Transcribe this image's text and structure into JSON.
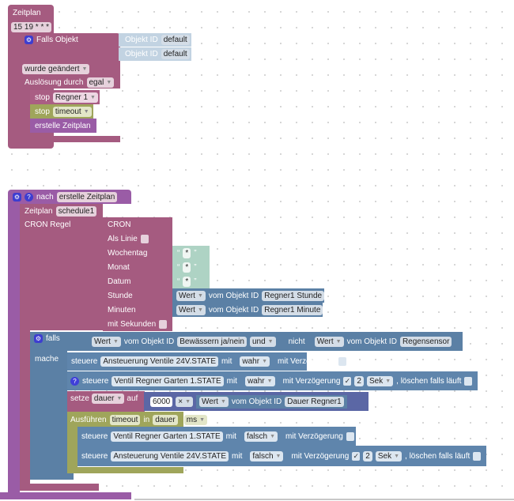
{
  "block1": {
    "title": "Zeitplan",
    "cron": "15 19 * * *",
    "falls_objekt": "Falls Objekt",
    "objekt_id": "Objekt ID",
    "default1": "default",
    "default2": "default",
    "changed": "wurde geändert",
    "trigger_label": "Auslösung durch",
    "trigger_value": "egal",
    "stop": "stop",
    "stop1": "Regner 1",
    "stop2": "timeout",
    "create": "erstelle Zeitplan"
  },
  "block2": {
    "nach": "nach",
    "nach_value": "erstelle Zeitplan",
    "zeitplan": "Zeitplan",
    "schedule": "schedule1",
    "cron_rule": "CRON Regel",
    "cron": "CRON",
    "als_linie": "Als Linie",
    "wochentag": "Wochentag",
    "monat": "Monat",
    "datum": "Datum",
    "stunde": "Stunde",
    "minuten": "Minuten",
    "mit_sekunden": "mit Sekunden",
    "quote_open": "“",
    "quote_close": "”",
    "star": "*",
    "wert": "Wert",
    "vom_objekt": "vom Objekt ID",
    "stunde_id": "Regner1 Stunde",
    "minute_id": "Regner1 Minute",
    "falls": "falls",
    "mache": "mache",
    "cond1_id": "Bewässern ja/nein",
    "und": "und",
    "nicht": "nicht",
    "cond2_id": "Regensensor",
    "steuere": "steuere",
    "mit": "mit",
    "mit_verz": "mit Verzögerung",
    "check": "✓",
    "loeschen": ", löschen falls läuft",
    "delay": "2",
    "unit": "Sek",
    "s1_target": "Ansteuerung Ventile 24V.STATE",
    "s1_value": "wahr",
    "s2_target": "Ventil Regner Garten 1.STATE",
    "s2_value": "wahr",
    "setze": "setze",
    "var": "dauer",
    "auf": "auf",
    "num": "6000",
    "op": "×",
    "dauer_id": "Dauer Regner1",
    "ausfuehren": "Ausführen",
    "timeout": "timeout",
    "in": "in",
    "dauer": "dauer",
    "ms": "ms",
    "s3_target": "Ventil Regner Garten 1.STATE",
    "s3_value": "falsch",
    "s4_target": "Ansteuerung Ventile 24V.STATE",
    "s4_value": "falsch"
  }
}
